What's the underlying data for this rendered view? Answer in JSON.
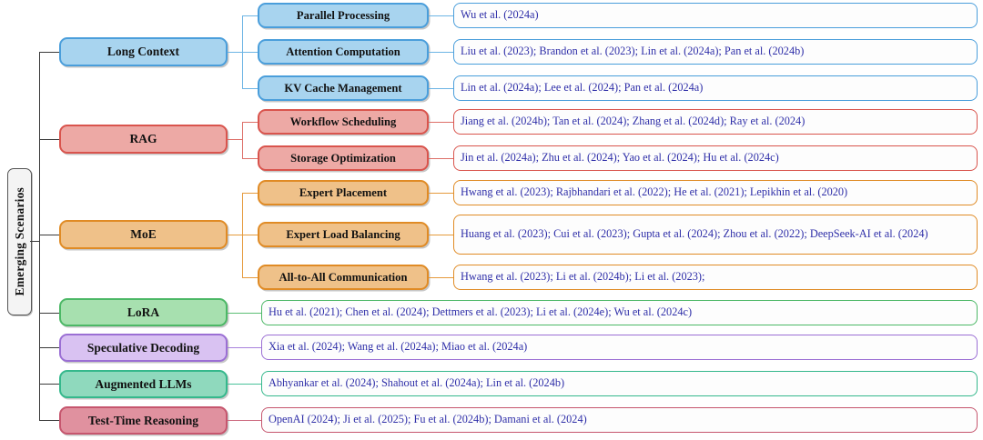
{
  "diagram": {
    "title": "Emerging Scenarios taxonomy",
    "root": {
      "label": "Emerging Scenarios",
      "color": "#f4f4f4",
      "border": "#555555"
    },
    "colors": {
      "long_context": {
        "fill": "#a8d4ef",
        "border": "#4a9edb",
        "line": "#6cb4e4"
      },
      "rag": {
        "fill": "#eda9a5",
        "border": "#d9544d",
        "line": "#dd6f68"
      },
      "moe": {
        "fill": "#efc189",
        "border": "#e08b25",
        "line": "#e59a3c"
      },
      "lora": {
        "fill": "#a7e0af",
        "border": "#4cb866",
        "line": "#5cbf74"
      },
      "speculative": {
        "fill": "#d9c2f2",
        "border": "#9b6fd4",
        "line": "#a881dc"
      },
      "augmented": {
        "fill": "#8fd9bd",
        "border": "#35b88c",
        "line": "#49c29a"
      },
      "test_time": {
        "fill": "#e0919f",
        "border": "#c6566e",
        "line": "#cc6b80"
      },
      "citation_text": "#2e2ea8"
    },
    "branches": [
      {
        "id": "long-context",
        "label": "Long Context",
        "color_key": "long_context",
        "children": [
          {
            "label": "Parallel Processing",
            "citations": "Wu et al. (2024a)"
          },
          {
            "label": "Attention Computation",
            "citations": "Liu et al. (2023); Brandon et al. (2023); Lin et al. (2024a); Pan et al. (2024b)"
          },
          {
            "label": "KV Cache Management",
            "citations": "Lin et al. (2024a); Lee et al. (2024); Pan et al. (2024a)"
          }
        ]
      },
      {
        "id": "rag",
        "label": "RAG",
        "color_key": "rag",
        "children": [
          {
            "label": "Workflow Scheduling",
            "citations": "Jiang et al. (2024b); Tan et al. (2024); Zhang et al. (2024d); Ray et al. (2024)"
          },
          {
            "label": "Storage Optimization",
            "citations": "Jin et al. (2024a); Zhu et al. (2024); Yao et al. (2024); Hu et al. (2024c)"
          }
        ]
      },
      {
        "id": "moe",
        "label": "MoE",
        "color_key": "moe",
        "children": [
          {
            "label": "Expert Placement",
            "citations": "Hwang et al. (2023); Rajbhandari et al. (2022); He et al. (2021); Lepikhin et al. (2020)"
          },
          {
            "label": "Expert Load Balancing",
            "citations": "Huang et al. (2023); Cui et al. (2023); Gupta et al. (2024); Zhou et al. (2022); DeepSeek-AI et al. (2024)"
          },
          {
            "label": "All-to-All Communication",
            "citations": "Hwang et al. (2023); Li et al. (2024b); Li et al. (2023);"
          }
        ]
      },
      {
        "id": "lora",
        "label": "LoRA",
        "color_key": "lora",
        "citations": "Hu et al. (2021); Chen et al. (2024); Dettmers et al. (2023); Li et al. (2024e); Wu et al. (2024c)"
      },
      {
        "id": "speculative-decoding",
        "label": "Speculative Decoding",
        "color_key": "speculative",
        "citations": "Xia et al. (2024); Wang et al. (2024a); Miao et al. (2024a)"
      },
      {
        "id": "augmented-llms",
        "label": "Augmented LLMs",
        "color_key": "augmented",
        "citations": "Abhyankar et al. (2024); Shahout et al. (2024a); Lin et al. (2024b)"
      },
      {
        "id": "test-time-reasoning",
        "label": "Test-Time Reasoning",
        "color_key": "test_time",
        "citations": "OpenAI (2024); Ji et al. (2025); Fu et al. (2024b); Damani et al. (2024)"
      }
    ]
  }
}
